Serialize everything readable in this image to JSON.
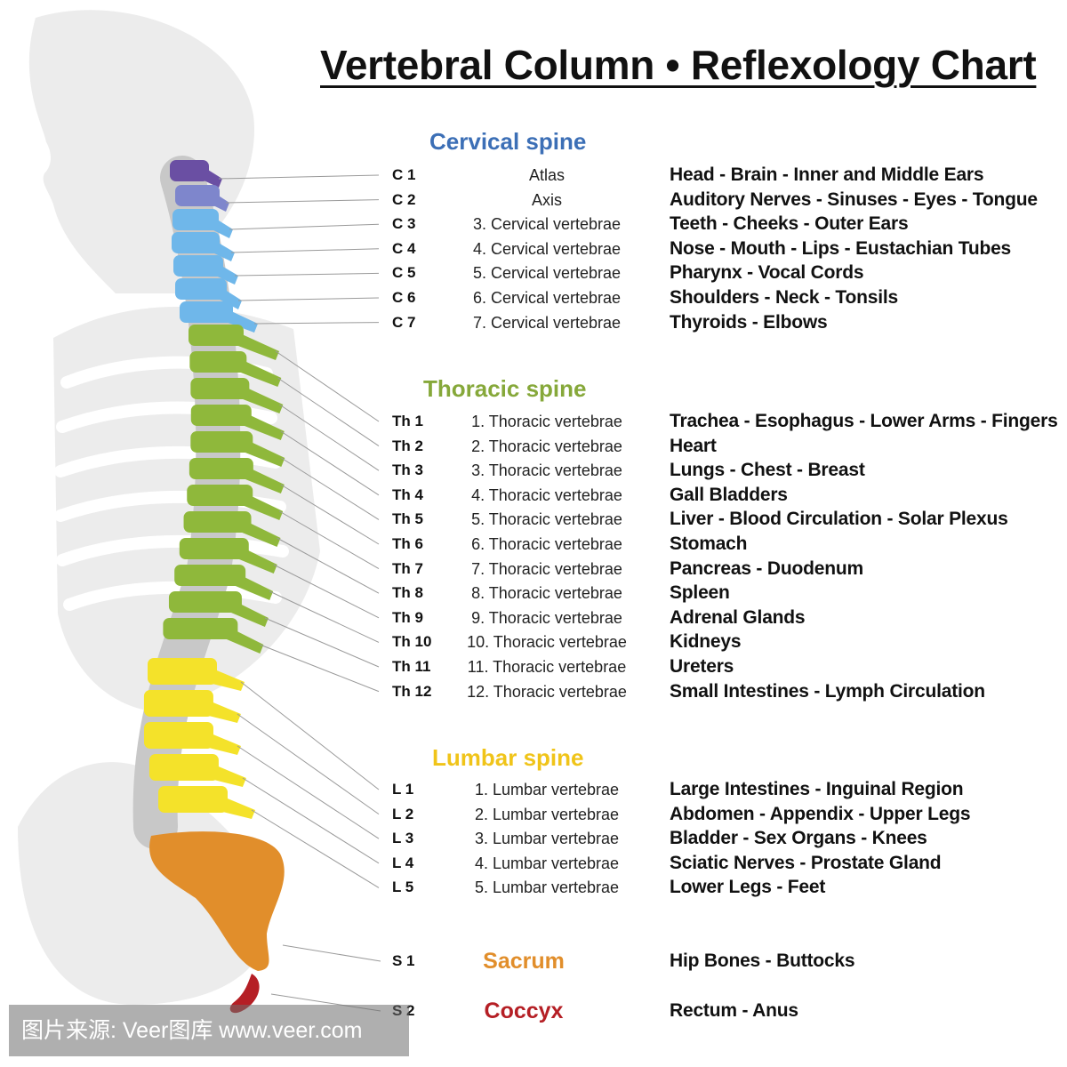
{
  "title": "Vertebral Column • Reflexology Chart",
  "colors": {
    "cervical_top": "#6a4fa3",
    "cervical_2": "#7e86cc",
    "cervical": "#6fb7ea",
    "thoracic": "#8fb83b",
    "lumbar": "#f4e22a",
    "sacrum": "#e18e2b",
    "coccyx": "#b51f25",
    "silhouette": "#ececec"
  },
  "sections": {
    "cervical": {
      "title": "Cervical spine",
      "color": "#3c6fb6",
      "rows": [
        {
          "code": "C 1",
          "name": "Atlas",
          "organs": "Head - Brain - Inner and Middle Ears"
        },
        {
          "code": "C 2",
          "name": "Axis",
          "organs": "Auditory Nerves - Sinuses - Eyes - Tongue"
        },
        {
          "code": "C 3",
          "name": "3. Cervical vertebrae",
          "organs": "Teeth - Cheeks - Outer Ears"
        },
        {
          "code": "C 4",
          "name": "4. Cervical vertebrae",
          "organs": "Nose - Mouth - Lips - Eustachian Tubes"
        },
        {
          "code": "C 5",
          "name": "5. Cervical vertebrae",
          "organs": "Pharynx - Vocal Cords"
        },
        {
          "code": "C 6",
          "name": "6. Cervical vertebrae",
          "organs": "Shoulders - Neck - Tonsils"
        },
        {
          "code": "C 7",
          "name": "7. Cervical vertebrae",
          "organs": "Thyroids - Elbows"
        }
      ]
    },
    "thoracic": {
      "title": "Thoracic spine",
      "color": "#86a83a",
      "rows": [
        {
          "code": "Th 1",
          "name": "1. Thoracic vertebrae",
          "organs": "Trachea - Esophagus - Lower Arms - Fingers"
        },
        {
          "code": "Th 2",
          "name": "2. Thoracic vertebrae",
          "organs": "Heart"
        },
        {
          "code": "Th 3",
          "name": "3. Thoracic vertebrae",
          "organs": "Lungs - Chest - Breast"
        },
        {
          "code": "Th 4",
          "name": "4. Thoracic vertebrae",
          "organs": "Gall Bladders"
        },
        {
          "code": "Th 5",
          "name": "5. Thoracic vertebrae",
          "organs": "Liver - Blood Circulation - Solar Plexus"
        },
        {
          "code": "Th 6",
          "name": "6. Thoracic vertebrae",
          "organs": "Stomach"
        },
        {
          "code": "Th 7",
          "name": "7. Thoracic vertebrae",
          "organs": "Pancreas - Duodenum"
        },
        {
          "code": "Th 8",
          "name": "8. Thoracic vertebrae",
          "organs": "Spleen"
        },
        {
          "code": "Th 9",
          "name": "9. Thoracic vertebrae",
          "organs": "Adrenal Glands"
        },
        {
          "code": "Th 10",
          "name": "10. Thoracic vertebrae",
          "organs": "Kidneys"
        },
        {
          "code": "Th 11",
          "name": "11. Thoracic vertebrae",
          "organs": "Ureters"
        },
        {
          "code": "Th 12",
          "name": "12. Thoracic vertebrae",
          "organs": "Small Intestines - Lymph Circulation"
        }
      ]
    },
    "lumbar": {
      "title": "Lumbar spine",
      "color": "#f0c419",
      "rows": [
        {
          "code": "L 1",
          "name": "1. Lumbar vertebrae",
          "organs": "Large Intestines - Inguinal Region"
        },
        {
          "code": "L 2",
          "name": "2. Lumbar vertebrae",
          "organs": "Abdomen - Appendix - Upper Legs"
        },
        {
          "code": "L 3",
          "name": "3. Lumbar vertebrae",
          "organs": "Bladder - Sex Organs - Knees"
        },
        {
          "code": "L 4",
          "name": "4. Lumbar vertebrae",
          "organs": "Sciatic Nerves - Prostate Gland"
        },
        {
          "code": "L 5",
          "name": "5. Lumbar vertebrae",
          "organs": "Lower Legs - Feet"
        }
      ]
    },
    "sacrum": {
      "code": "S 1",
      "name": "Sacrum",
      "color": "#e18e2b",
      "organs": "Hip Bones - Buttocks"
    },
    "coccyx": {
      "code": "S 2",
      "name": "Coccyx",
      "color": "#b51f25",
      "organs": "Rectum - Anus"
    }
  },
  "watermark": "图片来源: Veer图库 www.veer.com"
}
